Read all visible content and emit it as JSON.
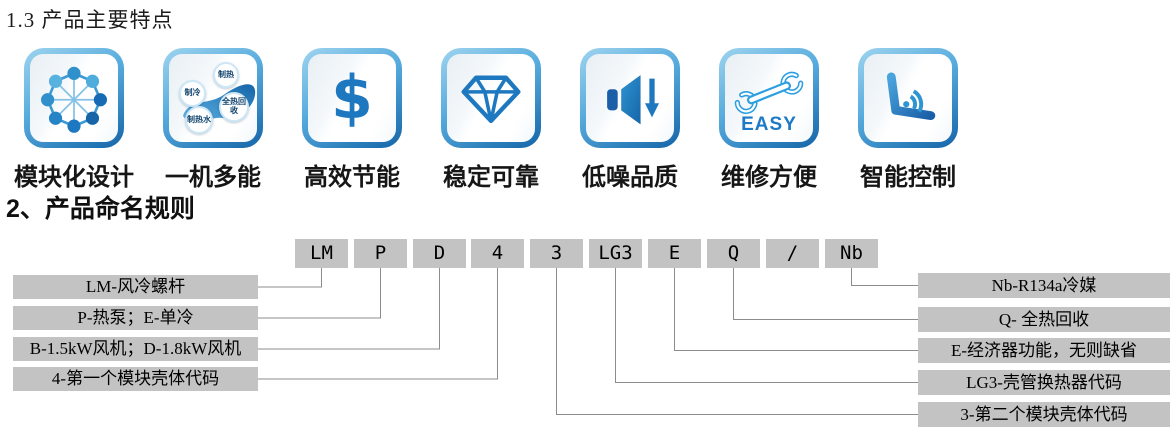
{
  "headings": {
    "section1": "1.3 产品主要特点",
    "section2": "2、产品命名规则"
  },
  "features": [
    {
      "label": "模块化设计",
      "icon": "module-wheel-icon"
    },
    {
      "label": "一机多能",
      "icon": "multi-mode-bubbles-icon",
      "bubbles": [
        "制冷",
        "制热",
        "全热回收",
        "制热水"
      ]
    },
    {
      "label": "高效节能",
      "icon": "dollar-icon",
      "glyph": "$"
    },
    {
      "label": "稳定可靠",
      "icon": "diamond-icon"
    },
    {
      "label": "低噪品质",
      "icon": "speaker-volume-down-icon"
    },
    {
      "label": "维修方便",
      "icon": "wrench-icon",
      "caption": "EASY"
    },
    {
      "label": "智能控制",
      "icon": "laptop-wifi-icon"
    }
  ],
  "naming": {
    "codes": [
      "LM",
      "P",
      "D",
      "4",
      "3",
      "LG3",
      "E",
      "Q",
      "/",
      "Nb"
    ],
    "left_labels": [
      "LM-风冷螺杆",
      "P-热泵；E-单冷",
      "B-1.5kW风机；D-1.8kW风机",
      "4-第一个模块壳体代码"
    ],
    "right_labels": [
      "Nb-R134a冷媒",
      "Q- 全热回收",
      "E-经济器功能，无则缺省",
      "LG3-壳管换热器代码",
      "3-第二个模块壳体代码"
    ]
  },
  "colors": {
    "icon_blue": "#1e78c0",
    "icon_blue_light": "#56abdd",
    "frame_blue_dark": "#1565a8",
    "box_gray": "#c3c3c3",
    "line_gray": "#8c8c8c"
  }
}
